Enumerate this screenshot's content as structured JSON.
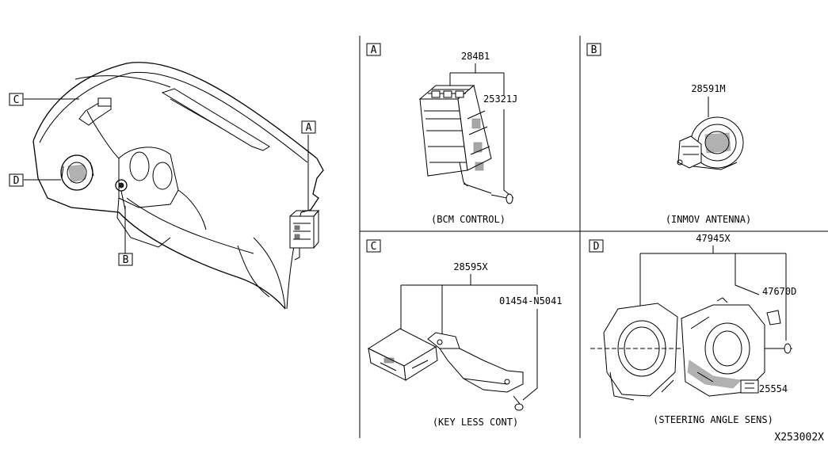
{
  "diagram_code": "X253002X",
  "overview": {
    "callouts": [
      "C",
      "D",
      "B",
      "A"
    ]
  },
  "panels": {
    "A": {
      "letter": "A",
      "caption": "(BCM CONTROL)",
      "parts": [
        "284B1",
        "25321J"
      ]
    },
    "B": {
      "letter": "B",
      "caption": "(INMOV ANTENNA)",
      "parts": [
        "28591M"
      ]
    },
    "C": {
      "letter": "C",
      "caption": "(KEY LESS CONT)",
      "parts": [
        "28595X",
        "01454-N5041"
      ]
    },
    "D": {
      "letter": "D",
      "caption": "(STEERING ANGLE SENS)",
      "parts": [
        "47945X",
        "47670D",
        "25554"
      ]
    }
  }
}
